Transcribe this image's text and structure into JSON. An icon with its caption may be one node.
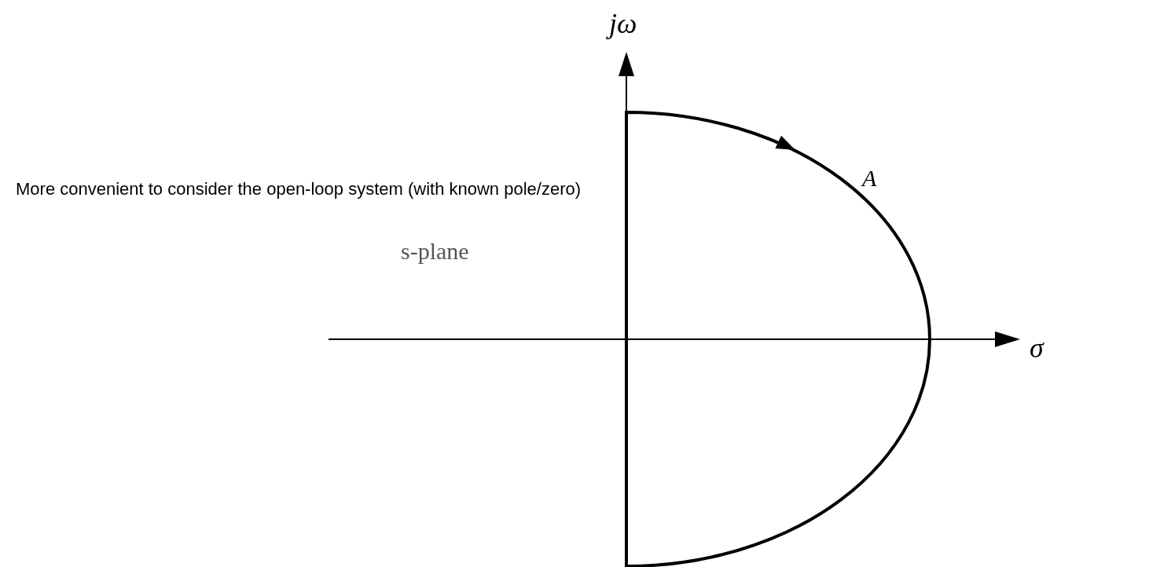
{
  "diagram": {
    "labels": [
      "jω",
      "A",
      "s-plane",
      "More convenient to consider the open-loop system (with known pole/zero)",
      "σ"
    ]
  }
}
